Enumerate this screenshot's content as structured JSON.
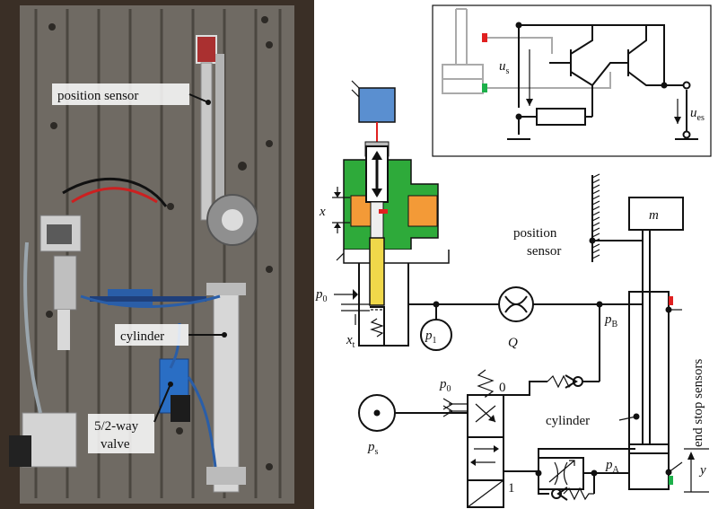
{
  "photo": {
    "labels": {
      "position_sensor": "position sensor",
      "cylinder": "cylinder",
      "valve_line1": "5/2-way",
      "valve_line2": "valve"
    }
  },
  "schematic": {
    "x": "x",
    "p0_left": "p",
    "p0_left_sub": "0",
    "xt": "x",
    "xt_sub": "t",
    "p1": "p",
    "p1_sub": "1",
    "Q": "Q",
    "pB": "p",
    "pB_sub": "B",
    "position_sensor_line1": "position",
    "position_sensor_line2": "sensor",
    "m": "m",
    "p0_valve": "p",
    "p0_valve_sub": "0",
    "valve_zero": "0",
    "valve_one": "1",
    "ps": "p",
    "ps_sub": "s",
    "cylinder": "cylinder",
    "pA": "p",
    "pA_sub": "A",
    "y": "y",
    "end_stop_sensors": "end stop sensors",
    "us": "u",
    "us_sub": "s",
    "ues": "u",
    "ues_sub": "es"
  },
  "colors": {
    "green_block": "#2eaa3a",
    "orange": "#f39a37",
    "blue_motor": "#5a8fd0",
    "yellow": "#f0d84a",
    "red_marker": "#e02020",
    "green_marker": "#1db04a",
    "rack": "#6f6a63"
  }
}
